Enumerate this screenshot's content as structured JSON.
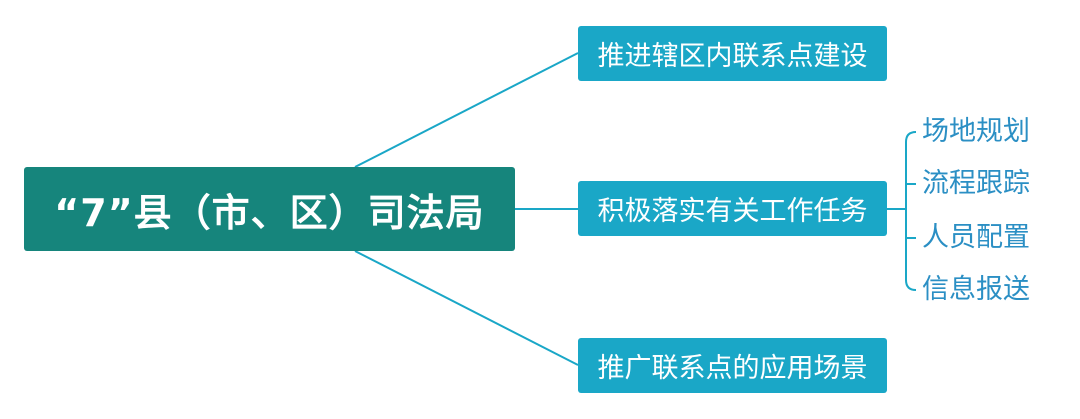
{
  "colors": {
    "root_fill": "#16857c",
    "branch_fill": "#1aa7c7",
    "connector": "#1aa7c7",
    "leaf_text": "#2b8fc4",
    "node_text": "#ffffff"
  },
  "root": {
    "label": "“7”县（市、区）司法局"
  },
  "branches": [
    {
      "label": "推进辖区内联系点建设"
    },
    {
      "label": "积极落实有关工作任务"
    },
    {
      "label": "推广联系点的应用场景"
    }
  ],
  "leaves": [
    {
      "label": "场地规划"
    },
    {
      "label": "流程跟踪"
    },
    {
      "label": "人员配置"
    },
    {
      "label": "信息报送"
    }
  ]
}
